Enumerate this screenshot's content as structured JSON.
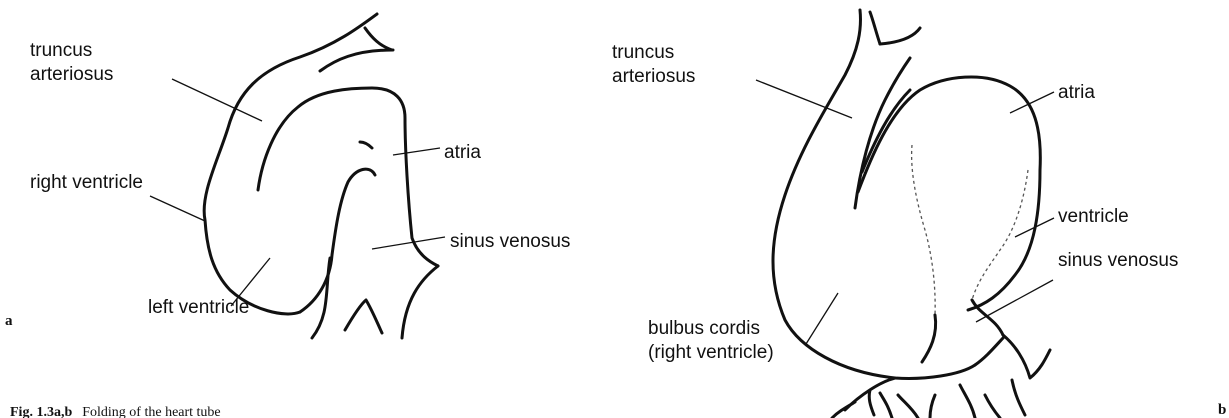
{
  "panel_a": {
    "letter": "a",
    "labels": {
      "truncus_line1": "truncus",
      "truncus_line2": "arteriosus",
      "right_ventricle": "right ventricle",
      "left_ventricle": "left ventricle",
      "atria": "atria",
      "sinus_venosus": "sinus venosus"
    }
  },
  "panel_b": {
    "letter": "b",
    "labels": {
      "truncus_line1": "truncus",
      "truncus_line2": "arteriosus",
      "atria": "atria",
      "ventricle": "ventricle",
      "sinus_venosus": "sinus venosus",
      "bulbus_line1": "bulbus cordis",
      "bulbus_line2": "(right ventricle)"
    }
  },
  "caption": {
    "number": "Fig. 1.3a,b",
    "text": "Folding of the heart tube"
  }
}
